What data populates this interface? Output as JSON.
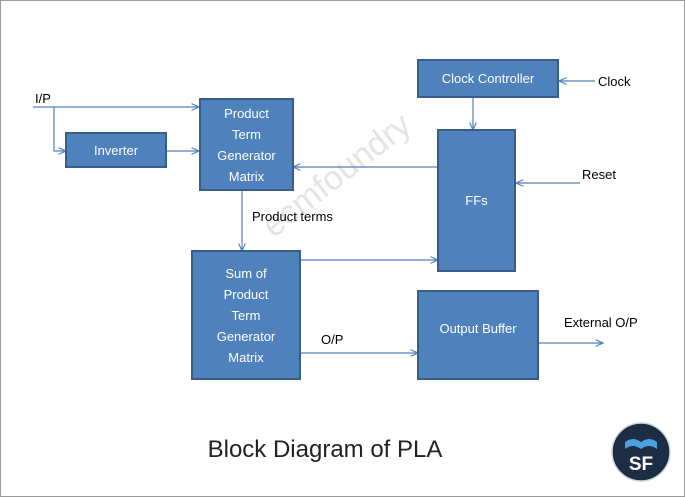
{
  "title": "Block Diagram of PLA",
  "watermark": "ecmfoundry",
  "blocks": {
    "product_term": [
      "Product",
      "Term",
      "Generator",
      "Matrix"
    ],
    "inverter": "Inverter",
    "clock_controller": "Clock Controller",
    "ffs": "FFs",
    "sum_of_product": [
      "Sum of",
      "Product",
      "Term",
      "Generator",
      "Matrix"
    ],
    "output_buffer": "Output Buffer"
  },
  "labels": {
    "input": "I/P",
    "clock": "Clock",
    "reset": "Reset",
    "product_terms": "Product terms",
    "output": "O/P",
    "external_output": "External O/P"
  },
  "logo": {
    "text": "SF",
    "bg": "#1d2d44",
    "accent": "#4aa3df"
  },
  "colors": {
    "block_fill": "#4f81bd",
    "block_border": "#385d8a",
    "wire": "#4f81bd"
  }
}
